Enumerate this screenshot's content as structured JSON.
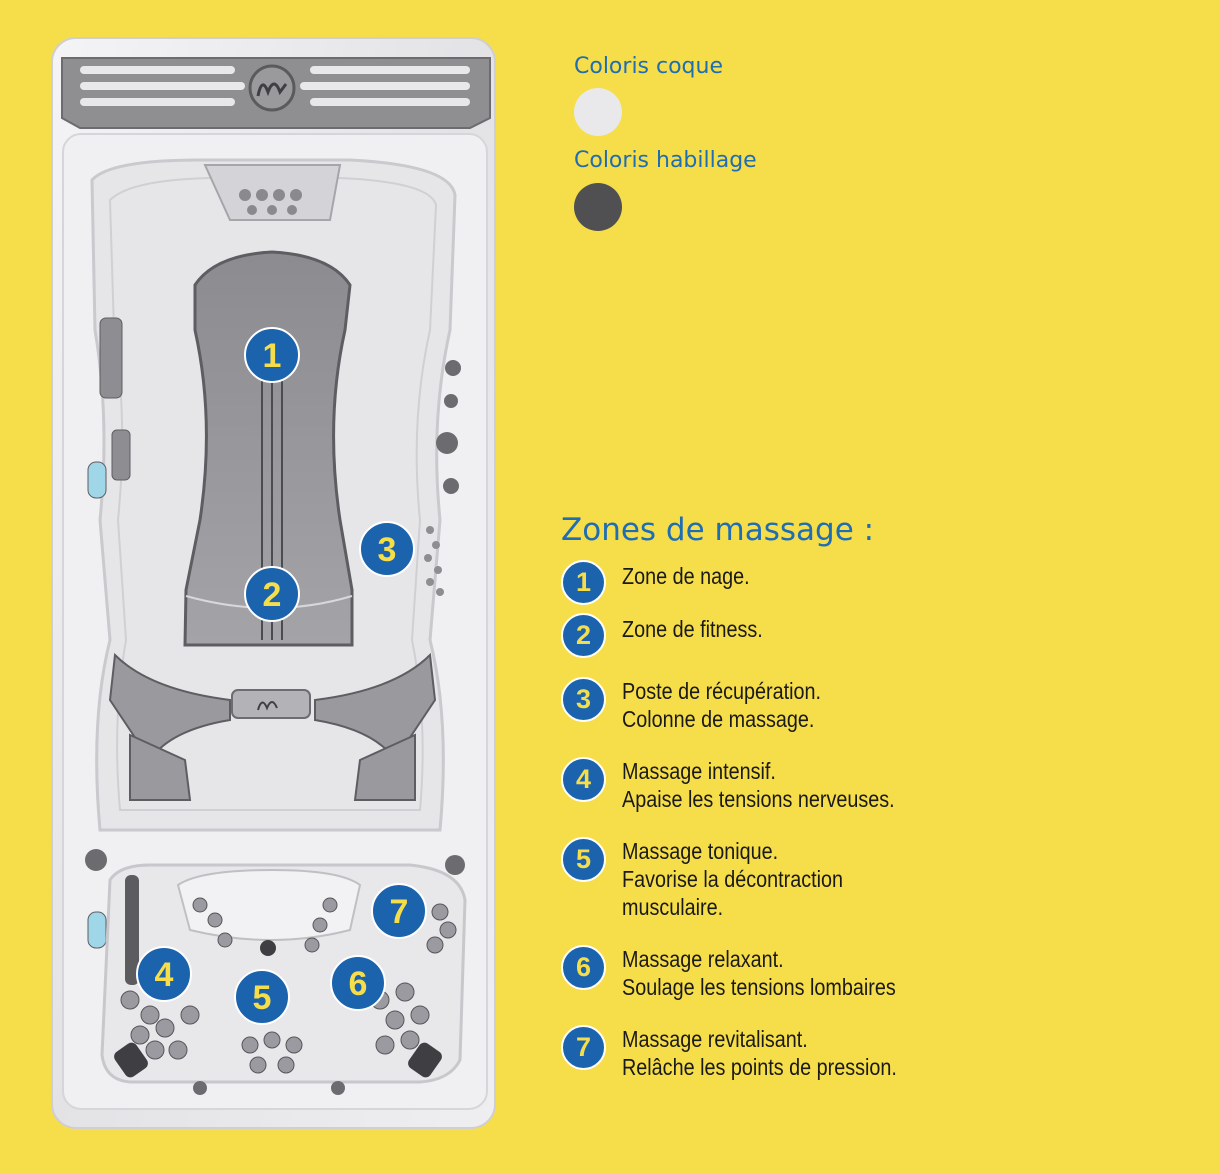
{
  "swatches": {
    "shell_label": "Coloris coque",
    "shell_color": "#e9e9ec",
    "cladding_label": "Coloris habillage",
    "cladding_color": "#505052"
  },
  "zones_title": "Zones de massage :",
  "zones": [
    {
      "number": "1",
      "line1": "Zone de nage.",
      "line2": "",
      "line3": ""
    },
    {
      "number": "2",
      "line1": "Zone de fitness.",
      "line2": "",
      "line3": ""
    },
    {
      "number": "3",
      "line1": "Poste de récupération.",
      "line2": "Colonne de massage.",
      "line3": ""
    },
    {
      "number": "4",
      "line1": "Massage intensif.",
      "line2": "Apaise les tensions nerveuses.",
      "line3": ""
    },
    {
      "number": "5",
      "line1": "Massage tonique.",
      "line2": "Favorise la décontraction",
      "line3": "musculaire."
    },
    {
      "number": "6",
      "line1": "Massage relaxant.",
      "line2": "Soulage les tensions lombaires",
      "line3": ""
    },
    {
      "number": "7",
      "line1": "Massage revitalisant.",
      "line2": "Relâche les points de pression.",
      "line3": ""
    }
  ],
  "markers": [
    "1",
    "2",
    "3",
    "4",
    "5",
    "6",
    "7"
  ],
  "colors": {
    "background": "#F6DD4A",
    "badge": "#1b64ad",
    "badge_text": "#F6DD4A",
    "title": "#1f6db3"
  }
}
